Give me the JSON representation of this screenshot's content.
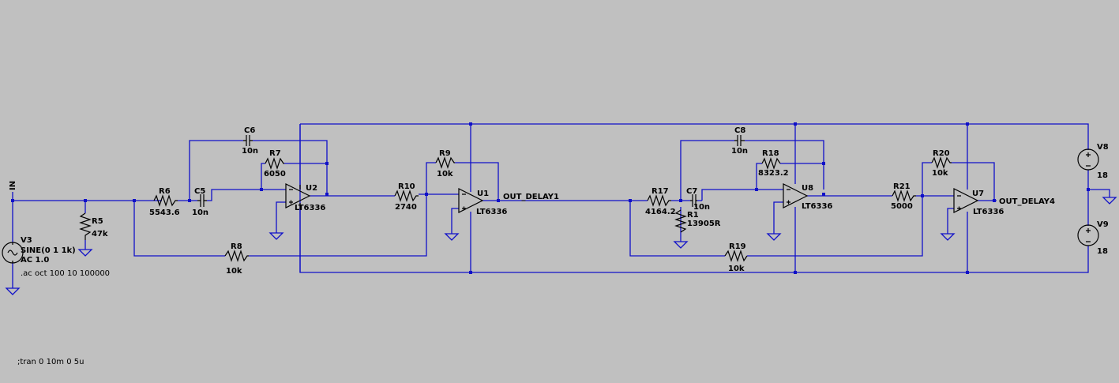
{
  "schematic": {
    "net_labels": {
      "in": "IN",
      "out_delay1": "OUT_DELAY1",
      "out_delay4": "OUT_DELAY4"
    },
    "source_v3": {
      "ref": "V3",
      "value": "SINE(0 1 1k)",
      "ac": "AC 1.0",
      "directive": ".ac oct 100 10 100000"
    },
    "resistors": {
      "r5": {
        "ref": "R5",
        "value": "47k"
      },
      "r6": {
        "ref": "R6",
        "value": "5543.6"
      },
      "r7": {
        "ref": "R7",
        "value": "6050"
      },
      "r8": {
        "ref": "R8",
        "value": "10k"
      },
      "r9": {
        "ref": "R9",
        "value": "10k"
      },
      "r10": {
        "ref": "R10",
        "value": "2740"
      },
      "r17": {
        "ref": "R17",
        "value": "4164.2"
      },
      "r1": {
        "ref": "R1",
        "value": "13905R"
      },
      "r18": {
        "ref": "R18",
        "value": "8323.2"
      },
      "r19": {
        "ref": "R19",
        "value": "10k"
      },
      "r20": {
        "ref": "R20",
        "value": "10k"
      },
      "r21": {
        "ref": "R21",
        "value": "5000"
      }
    },
    "capacitors": {
      "c5": {
        "ref": "C5",
        "value": "10n"
      },
      "c6": {
        "ref": "C6",
        "value": "10n"
      },
      "c7": {
        "ref": "C7",
        "value": "10n"
      },
      "c8": {
        "ref": "C8",
        "value": "10n"
      }
    },
    "opamps": {
      "u2": {
        "ref": "U2",
        "model": "LT6336"
      },
      "u1": {
        "ref": "U1",
        "model": "LT6336"
      },
      "u8": {
        "ref": "U8",
        "model": "LT6336"
      },
      "u7": {
        "ref": "U7",
        "model": "LT6336"
      }
    },
    "supplies": {
      "v8": {
        "ref": "V8",
        "value": "18"
      },
      "v9": {
        "ref": "V9",
        "value": "18"
      }
    },
    "tran_directive": ";tran 0 10m 0 5u"
  }
}
